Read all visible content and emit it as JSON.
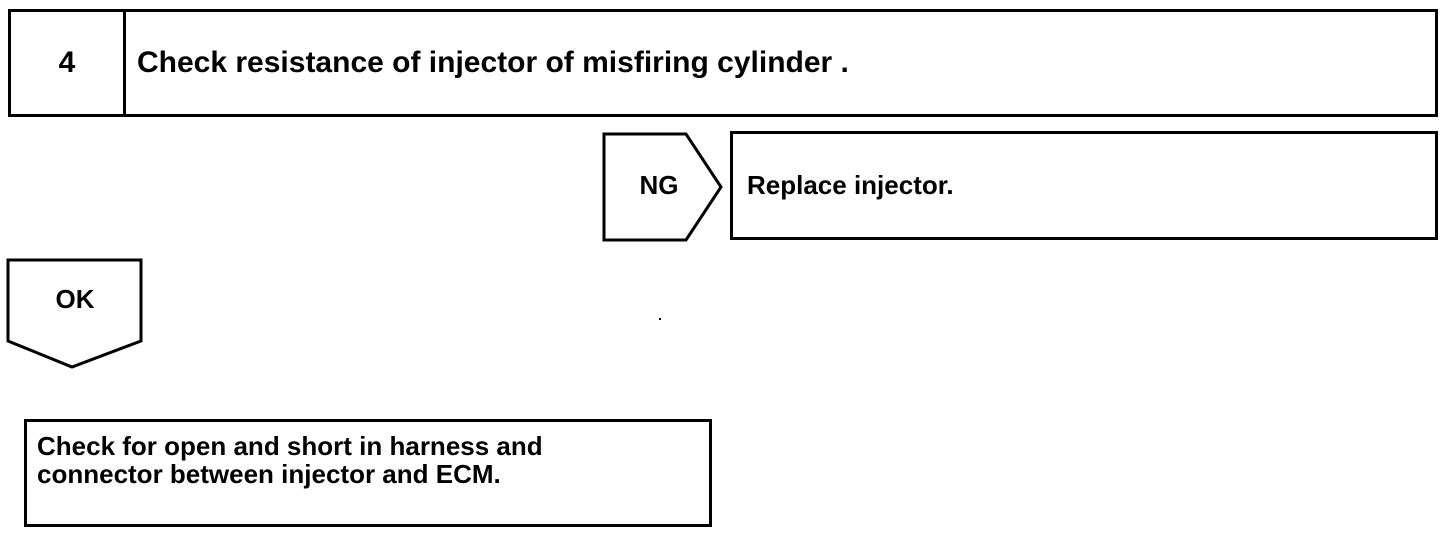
{
  "step": {
    "number": "4",
    "title": "Check resistance of injector of misfiring cylinder ."
  },
  "ng_branch": {
    "label": "NG",
    "action": "Replace injector."
  },
  "ok_branch": {
    "label": "OK"
  },
  "next_step": {
    "text": "Check for open and short in harness and\nconnector between injector and ECM."
  }
}
